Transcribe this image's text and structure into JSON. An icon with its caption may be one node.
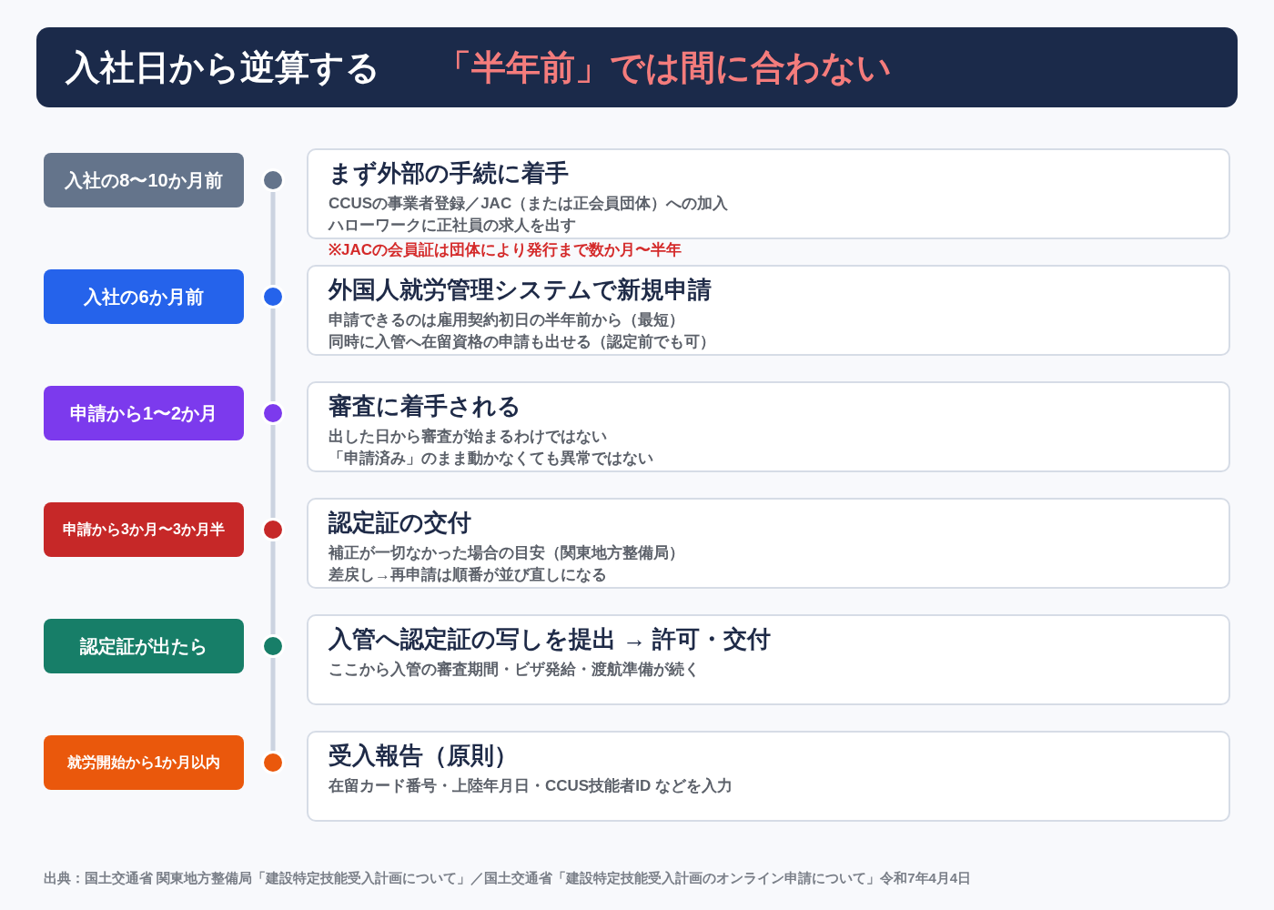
{
  "diagram": {
    "title": "入社日から逆算する",
    "nodes": [
      {
        "text": [
          "入社の8〜10か月前"
        ]
      },
      {
        "text": [],
        "shape": "circle"
      },
      {
        "text": [
          "まず外部の手続に着手",
          "CCUSの事業者登録／JAC（または正会員団体）への加入",
          "ハローワークに正社員の求人を出す"
        ],
        "beside": [
          "※JACの会員証は団体により発行まで数か月〜半年"
        ]
      },
      {
        "text": [
          "入社の6か月前"
        ]
      },
      {
        "text": [],
        "shape": "circle"
      },
      {
        "text": [
          "外国人就労管理システムで新規申請",
          "申請できるのは雇用契約初日の半年前から（最短）",
          "同時に入管へ在留資格の申請も出せる（認定前でも可）"
        ]
      },
      {
        "text": [
          "申請から1〜2か月"
        ]
      },
      {
        "text": [],
        "shape": "circle"
      },
      {
        "text": [
          "審査に着手される",
          "出した日から審査が始まるわけではない",
          "「申請済み」のまま動かなくても異常ではない"
        ]
      },
      {
        "text": [
          "申請から3か月〜3か月半"
        ]
      },
      {
        "text": [],
        "shape": "circle"
      },
      {
        "text": [
          "認定証の交付",
          "補正が一切なかった場合の目安（関東地方整備局）",
          "差戻し→再申請は順番が並び直しになる"
        ]
      },
      {
        "text": [
          "認定証が出たら"
        ]
      },
      {
        "text": [],
        "shape": "circle"
      },
      {
        "text": [
          "入管へ認定証の写しを提出 → 許可・交付",
          "ここから入管の審査期間・ビザ発給・渡航準備が続く"
        ]
      },
      {
        "text": [
          "就労開始から1か月以内"
        ]
      },
      {
        "text": [],
        "shape": "circle"
      },
      {
        "text": [
          "受入報告（原則）",
          "在留カード番号・上陸年月日・CCUS技能者ID などを入力"
        ]
      }
    ],
    "edges": [
      {
        "from": 1,
        "to": 4,
        "arrow": "none"
      },
      {
        "from": 4,
        "to": 7,
        "arrow": "none"
      },
      {
        "from": 7,
        "to": 10,
        "arrow": "none"
      },
      {
        "from": 10,
        "to": 13,
        "arrow": "none"
      },
      {
        "from": 13,
        "to": 16,
        "arrow": "none"
      }
    ],
    "labels": [
      "「半年前」では間に合わない"
    ],
    "caption": "出典：国土交通省 関東地方整備局「建設特定技能受入計画について」／国土交通省「建設特定技能受入計画のオンライン申請について」令和7年4月4日"
  }
}
